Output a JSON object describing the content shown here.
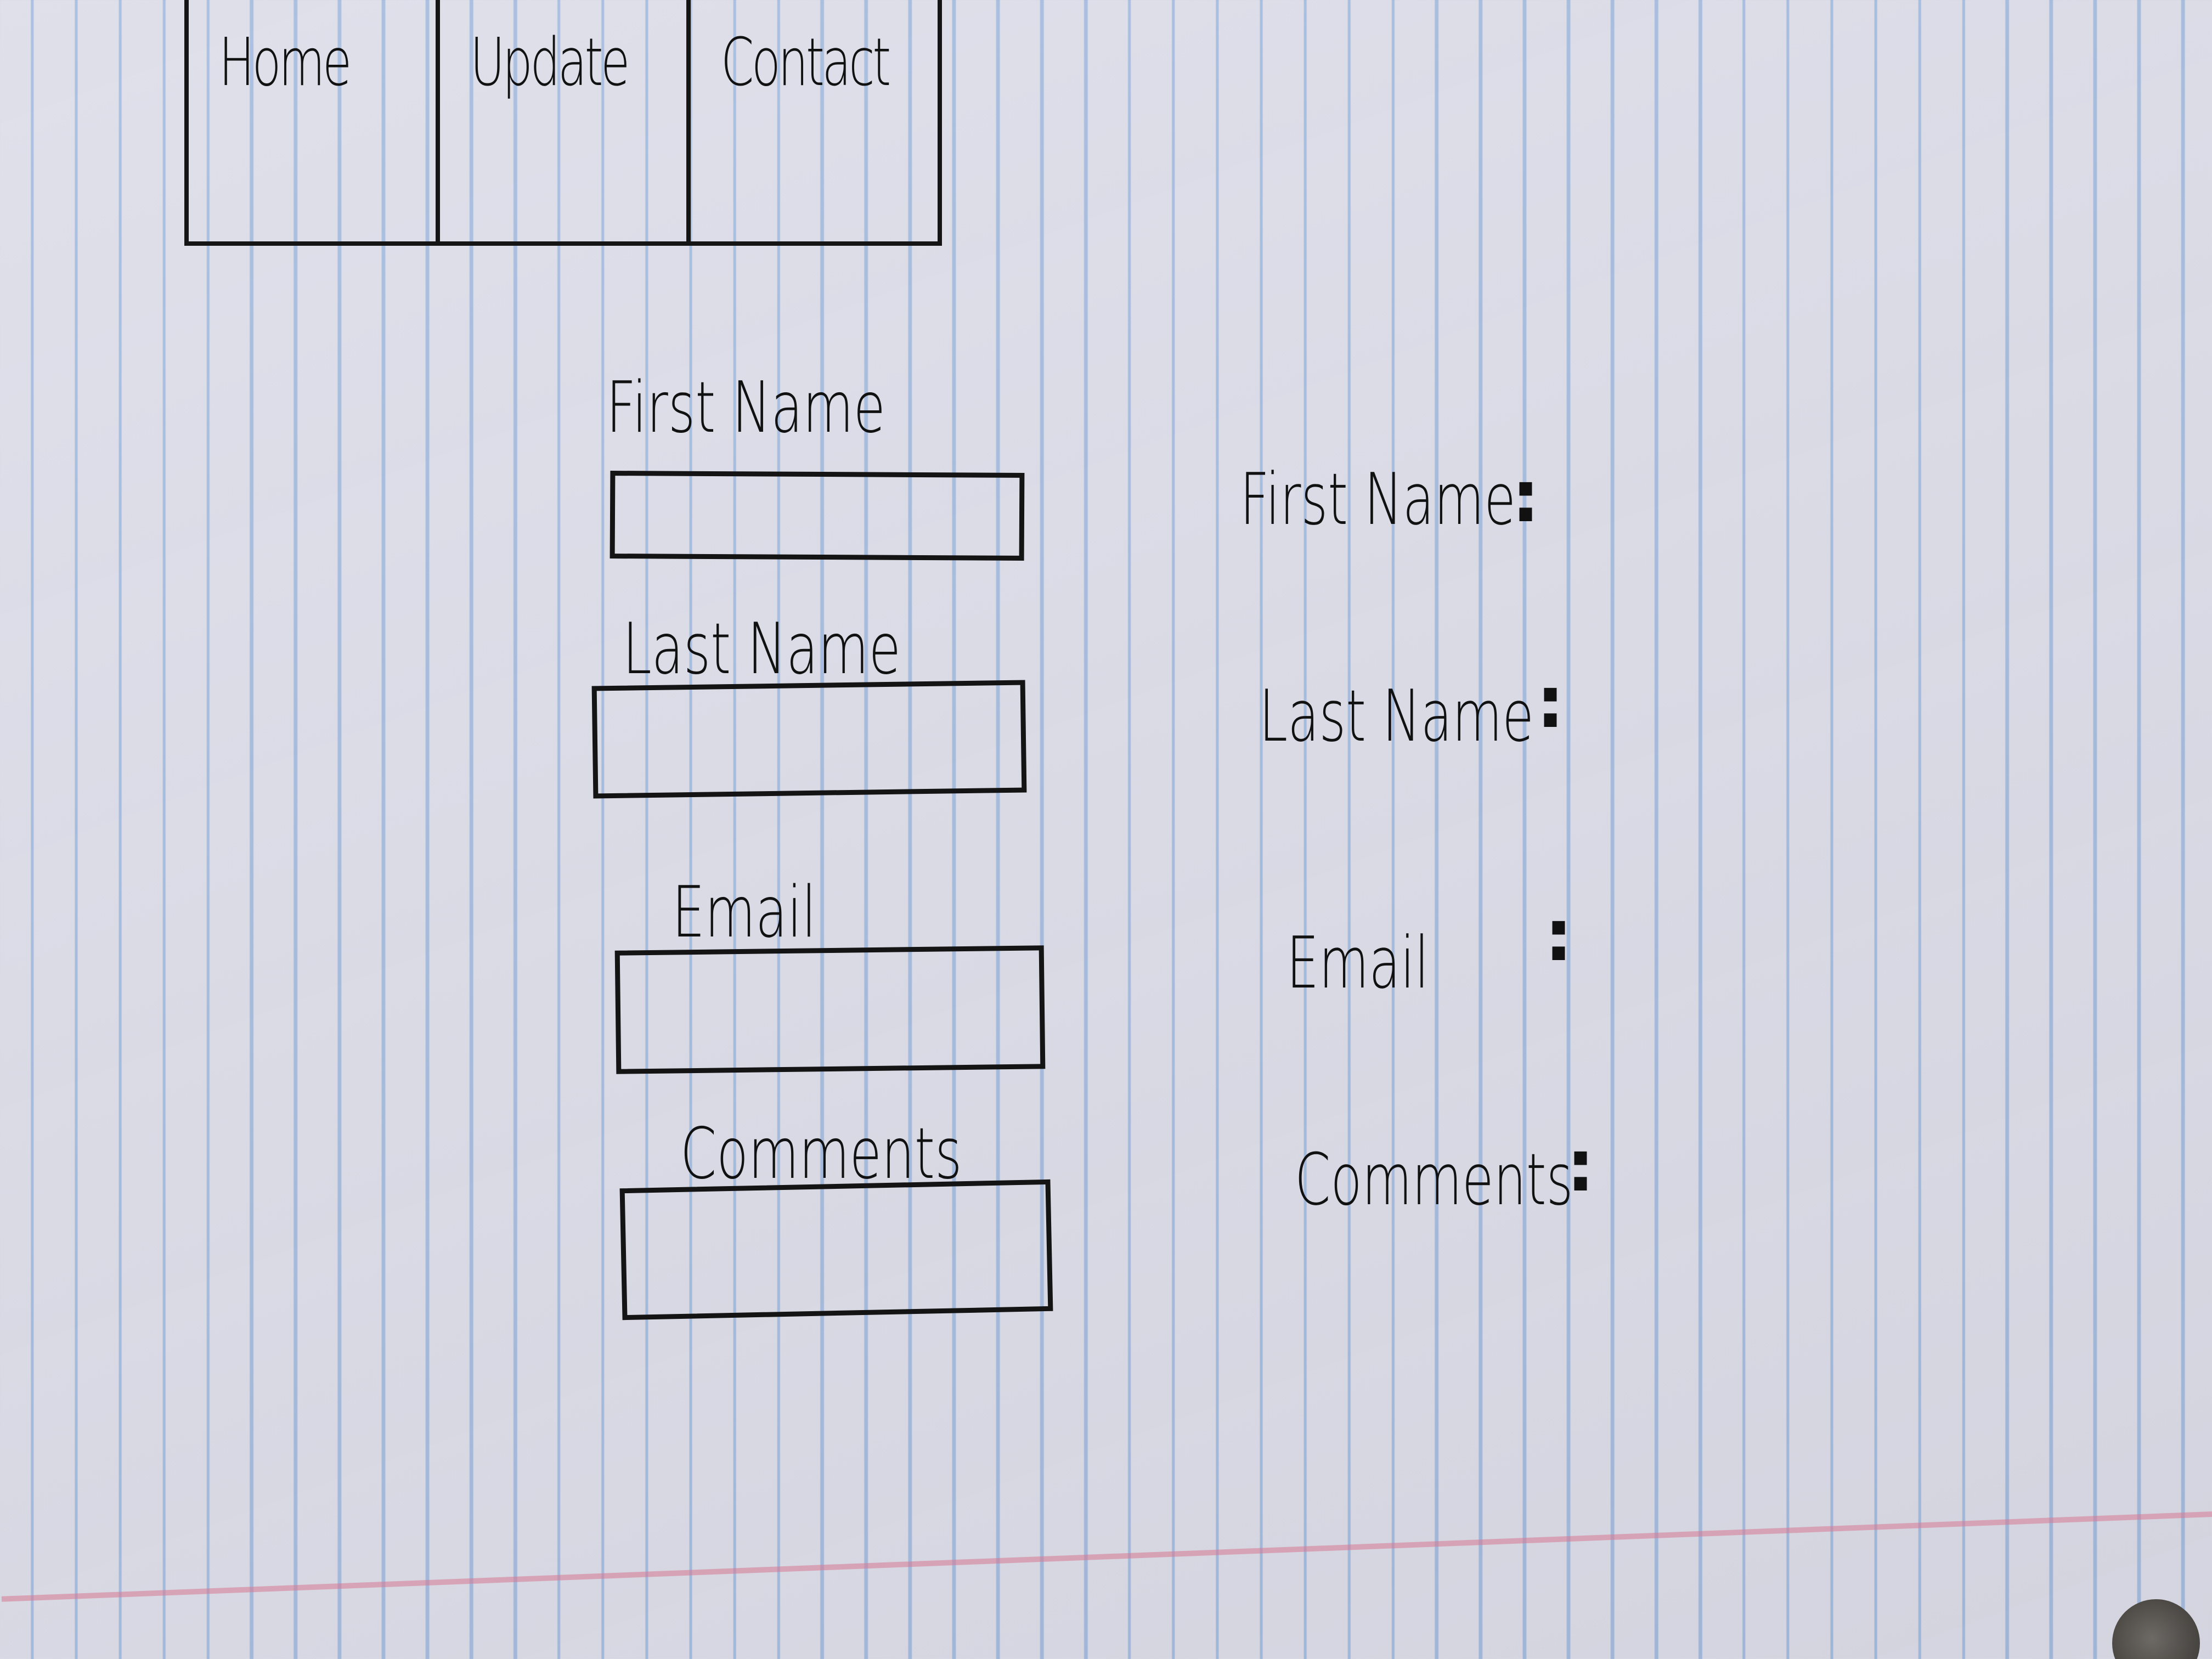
{
  "nav": {
    "tabs": [
      {
        "label": "Home"
      },
      {
        "label": "Update"
      },
      {
        "label": "Contact"
      }
    ]
  },
  "form": {
    "first_name_label": "First Name",
    "last_name_label": "Last Name",
    "email_label": "Email",
    "comments_label": "Comments"
  },
  "output": {
    "first_name_label": "First Name",
    "last_name_label": "Last Name",
    "email_label": "Email",
    "comments_label": "Comments",
    "colon": ":"
  }
}
